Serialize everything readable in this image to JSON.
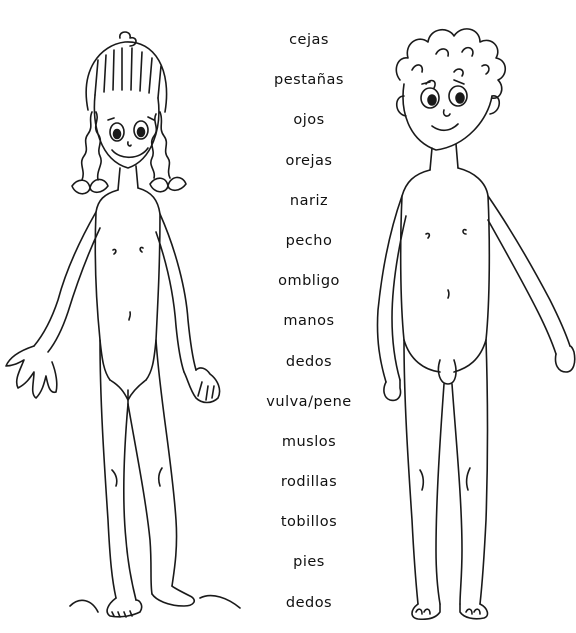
{
  "labels": [
    "cejas",
    "pestañas",
    "ojos",
    "orejas",
    "nariz",
    "pecho",
    "ombligo",
    "manos",
    "dedos",
    "vulva/pene",
    "muslos",
    "rodillas",
    "tobillos",
    "pies",
    "dedos"
  ],
  "illustrations": {
    "left": "girl-figure",
    "right": "boy-figure"
  }
}
